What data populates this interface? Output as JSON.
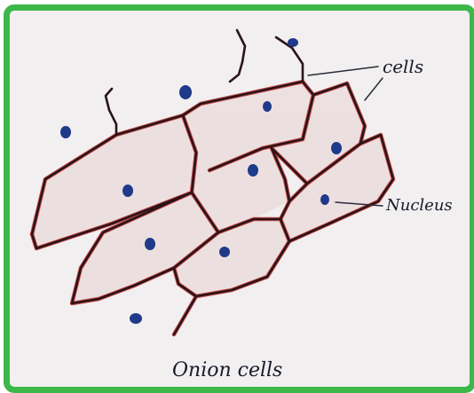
{
  "diagram": {
    "labels": {
      "cells": "cells",
      "nucleus": "Nucleus"
    },
    "caption": "Onion cells",
    "colors": {
      "border": "#3cb84a",
      "paper": "#f1efef",
      "cell_wall": "#2a1418",
      "wall_highlight": "#c0302f",
      "nucleus": "#1f3a8a",
      "cell_fill": "#ecdcdc"
    }
  }
}
